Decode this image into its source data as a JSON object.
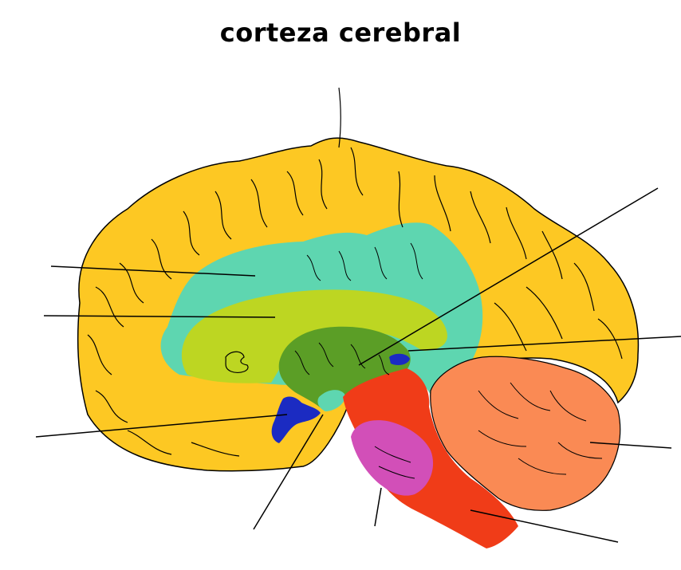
{
  "title": "corteza cerebral",
  "colors": {
    "cortex": "#FDC823",
    "limbic": "#5ED6B0",
    "corpus_callosum": "#BDD622",
    "thalamus": "#5B9E26",
    "hypothalamus": "#1B2BC2",
    "brainstem": "#F03C18",
    "pons": "#D24FB8",
    "cerebellum": "#FA8A54",
    "outline": "#000000"
  },
  "regions": [
    {
      "name": "cerebral-cortex"
    },
    {
      "name": "limbic-cortex"
    },
    {
      "name": "corpus-callosum"
    },
    {
      "name": "thalamus"
    },
    {
      "name": "hypothalamus"
    },
    {
      "name": "midbrain"
    },
    {
      "name": "brainstem"
    },
    {
      "name": "pons"
    },
    {
      "name": "cerebellum"
    }
  ]
}
